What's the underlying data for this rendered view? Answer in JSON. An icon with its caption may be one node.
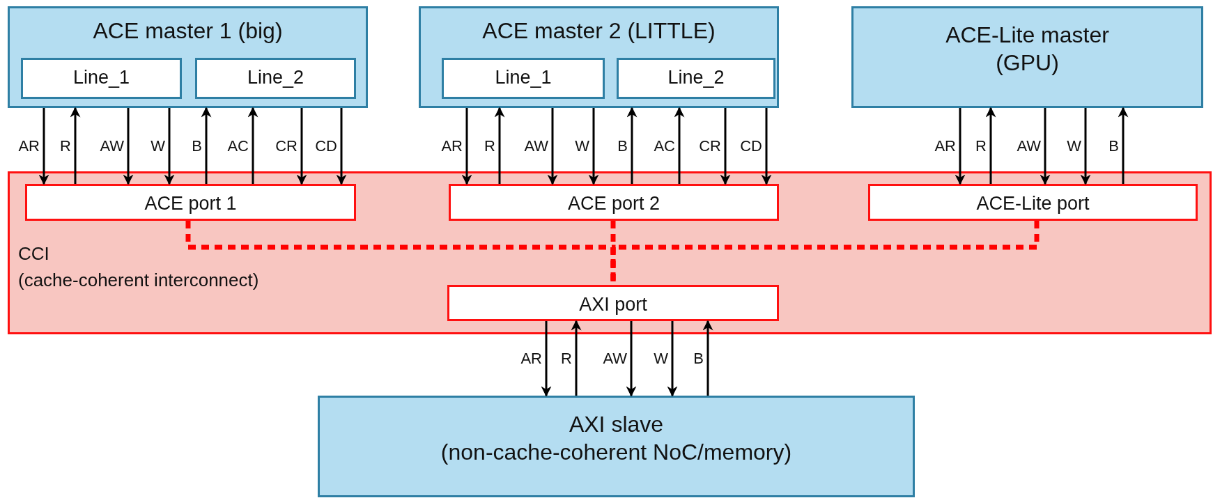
{
  "diagram": {
    "nodes": [
      {
        "text": [
          "ACE master 1 (big)"
        ]
      },
      {
        "text": [
          "Line_1"
        ],
        "in": 0
      },
      {
        "text": [
          "Line_2"
        ],
        "in": 0
      },
      {
        "text": [
          "ACE master 2 (LITTLE)"
        ]
      },
      {
        "text": [
          "Line_1"
        ],
        "in": 3
      },
      {
        "text": [
          "Line_2"
        ],
        "in": 3
      },
      {
        "text": [
          "ACE-Lite master",
          "(GPU)"
        ]
      },
      {
        "text": [
          "CCI",
          "(cache-coherent interconnect)"
        ]
      },
      {
        "text": [
          "ACE port 1"
        ],
        "in": 7
      },
      {
        "text": [
          "ACE port 2"
        ],
        "in": 7
      },
      {
        "text": [
          "ACE-Lite port"
        ],
        "in": 7
      },
      {
        "text": [
          "AXI port"
        ],
        "in": 7
      },
      {
        "text": [
          "AXI slave",
          "(non-cache-coherent NoC/memory)"
        ]
      }
    ],
    "edges": [
      {
        "from": 0,
        "to": 8,
        "arrow": "to",
        "label": "AR"
      },
      {
        "from": 8,
        "to": 0,
        "arrow": "to",
        "label": "R"
      },
      {
        "from": 0,
        "to": 8,
        "arrow": "to",
        "label": "AW"
      },
      {
        "from": 0,
        "to": 8,
        "arrow": "to",
        "label": "W"
      },
      {
        "from": 8,
        "to": 0,
        "arrow": "to",
        "label": "B"
      },
      {
        "from": 8,
        "to": 0,
        "arrow": "to",
        "label": "AC"
      },
      {
        "from": 0,
        "to": 8,
        "arrow": "to",
        "label": "CR"
      },
      {
        "from": 0,
        "to": 8,
        "arrow": "to",
        "label": "CD"
      },
      {
        "from": 3,
        "to": 9,
        "arrow": "to",
        "label": "AR"
      },
      {
        "from": 9,
        "to": 3,
        "arrow": "to",
        "label": "R"
      },
      {
        "from": 3,
        "to": 9,
        "arrow": "to",
        "label": "AW"
      },
      {
        "from": 3,
        "to": 9,
        "arrow": "to",
        "label": "W"
      },
      {
        "from": 9,
        "to": 3,
        "arrow": "to",
        "label": "B"
      },
      {
        "from": 9,
        "to": 3,
        "arrow": "to",
        "label": "AC"
      },
      {
        "from": 3,
        "to": 9,
        "arrow": "to",
        "label": "CR"
      },
      {
        "from": 3,
        "to": 9,
        "arrow": "to",
        "label": "CD"
      },
      {
        "from": 6,
        "to": 10,
        "arrow": "to",
        "label": "AR"
      },
      {
        "from": 10,
        "to": 6,
        "arrow": "to",
        "label": "R"
      },
      {
        "from": 6,
        "to": 10,
        "arrow": "to",
        "label": "AW"
      },
      {
        "from": 6,
        "to": 10,
        "arrow": "to",
        "label": "W"
      },
      {
        "from": 10,
        "to": 6,
        "arrow": "to",
        "label": "B"
      },
      {
        "from": 11,
        "to": 12,
        "arrow": "to",
        "label": "AR"
      },
      {
        "from": 12,
        "to": 11,
        "arrow": "to",
        "label": "R"
      },
      {
        "from": 11,
        "to": 12,
        "arrow": "to",
        "label": "AW"
      },
      {
        "from": 11,
        "to": 12,
        "arrow": "to",
        "label": "W"
      },
      {
        "from": 12,
        "to": 11,
        "arrow": "to",
        "label": "B"
      },
      {
        "from": 8,
        "to": 11,
        "arrow": "none",
        "style": "dashed",
        "color": "#ff0000"
      },
      {
        "from": 9,
        "to": 11,
        "arrow": "none",
        "style": "dashed",
        "color": "#ff0000"
      },
      {
        "from": 10,
        "to": 11,
        "arrow": "none",
        "style": "dashed",
        "color": "#ff0000"
      }
    ]
  }
}
